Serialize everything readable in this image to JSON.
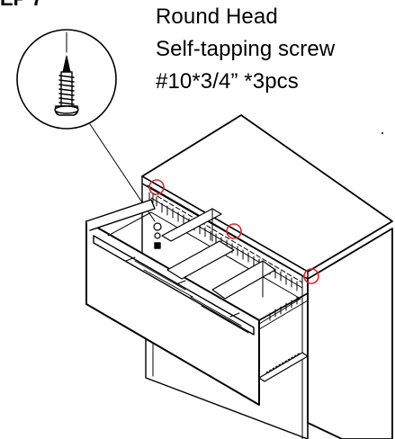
{
  "step_label": "EP 7",
  "caption": {
    "line1": "Round Head",
    "line2": "Self-tapping screw",
    "line3": "#10*3/4” *3pcs"
  },
  "colors": {
    "line": "#000000",
    "highlight": "#d9262b",
    "background": "#ffffff"
  },
  "icons": {
    "callout": "screw-callout-icon"
  }
}
